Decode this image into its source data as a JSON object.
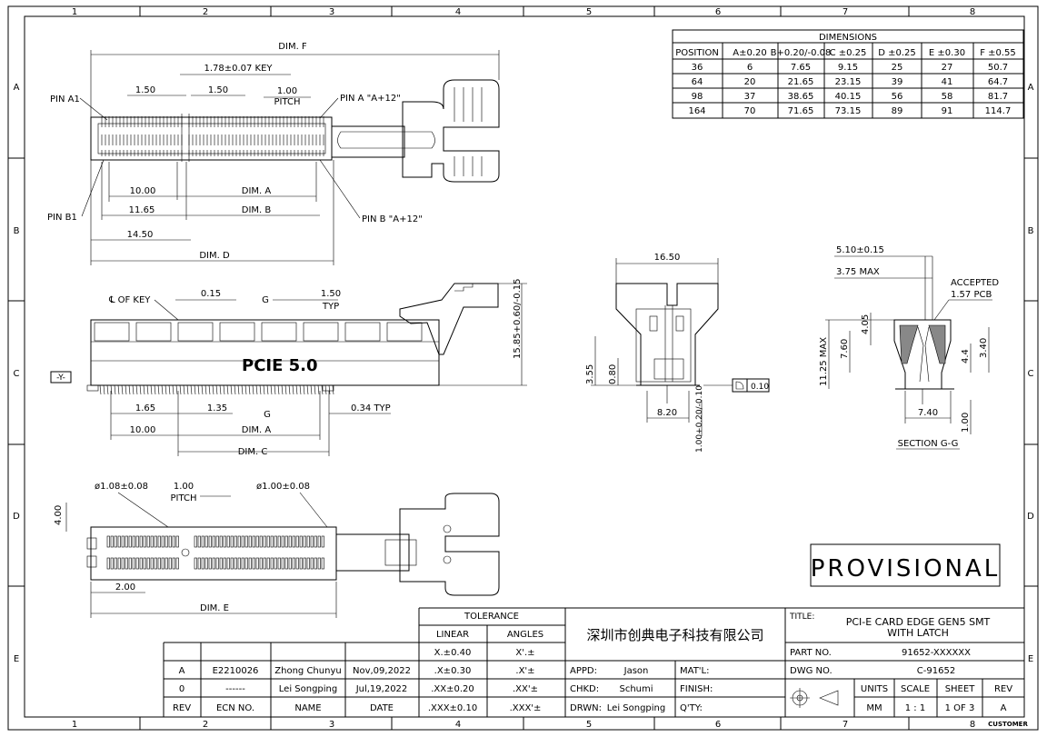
{
  "frame": {
    "columns": [
      "1",
      "2",
      "3",
      "4",
      "5",
      "6",
      "7",
      "8"
    ],
    "rows": [
      "A",
      "B",
      "C",
      "D",
      "E"
    ]
  },
  "dimensions_table": {
    "title": "DIMENSIONS",
    "headers": [
      "POSITION",
      "A±0.20",
      "B+0.20/-0.08",
      "C ±0.25",
      "D ±0.25",
      "E ±0.30",
      "F ±0.55"
    ],
    "rows": [
      [
        "36",
        "6",
        "7.65",
        "9.15",
        "25",
        "27",
        "50.7"
      ],
      [
        "64",
        "20",
        "21.65",
        "23.15",
        "39",
        "41",
        "64.7"
      ],
      [
        "98",
        "37",
        "38.65",
        "40.15",
        "56",
        "58",
        "81.7"
      ],
      [
        "164",
        "70",
        "71.65",
        "73.15",
        "89",
        "91",
        "114.7"
      ]
    ]
  },
  "top_view": {
    "dim_f": "DIM. F",
    "key": "1.78±0.07 KEY",
    "d150a": "1.50",
    "d150b": "1.50",
    "pitch_val": "1.00",
    "pitch": "PITCH",
    "pin_a1": "PIN A1",
    "pin_a": "PIN A \"A+12\"",
    "pin_b1": "PIN B1",
    "pin_b": "PIN B \"A+12\"",
    "d1000": "10.00",
    "dim_a": "DIM. A",
    "d1165": "11.65",
    "dim_b": "DIM. B",
    "d1450": "14.50",
    "dim_d": "DIM. D"
  },
  "side_view": {
    "cl_key": "℄ OF KEY",
    "d015": "0.15",
    "g1": "G",
    "d150": "1.50",
    "typ": "TYP",
    "height": "15.85+0.60/-0.15",
    "label": "PCIE  5.0",
    "y_ref": "-Y-",
    "d165": "1.65",
    "d135": "1.35",
    "g2": "G",
    "d034": "0.34 TYP",
    "d1000": "10.00",
    "dim_a": "DIM. A",
    "dim_c": "DIM. C"
  },
  "bottom_view": {
    "hole1": "ø1.08±0.08",
    "pitch_val": "1.00",
    "pitch": "PITCH",
    "hole2": "ø1.00±0.08",
    "d400": "4.00",
    "d200": "2.00",
    "dim_e": "DIM. E"
  },
  "end_view": {
    "d1650": "16.50",
    "d355": "3.55",
    "d080": "0.80",
    "flat": "0.10",
    "d820": "8.20",
    "d100": "1.00+0.20/-0.10"
  },
  "section_view": {
    "d510": "5.10±0.15",
    "d375": "3.75 MAX",
    "accepted": "ACCEPTED",
    "pcb": "1.57 PCB",
    "d405": "4.05",
    "d760": "7.60",
    "d1125": "11.25 MAX",
    "d44": "4.4",
    "d340": "3.40",
    "d740": "7.40",
    "d100": "1.00",
    "caption": "SECTION G-G"
  },
  "provisional": "PROVISIONAL",
  "tolerance": {
    "title": "TOLERANCE",
    "h_linear": "LINEAR",
    "h_angles": "ANGLES",
    "rows": [
      [
        "X.±0.40",
        "X'.±"
      ],
      [
        ".X±0.30",
        ".X'±"
      ],
      [
        ".XX±0.20",
        ".XX'±"
      ],
      [
        ".XXX±0.10",
        ".XXX'±"
      ]
    ]
  },
  "revisions": {
    "rows": [
      [
        "A",
        "E2210026",
        "Zhong Chunyu",
        "Nov,09,2022"
      ],
      [
        "0",
        "------",
        "Lei Songping",
        "Jul,19,2022"
      ]
    ],
    "headers": [
      "REV",
      "ECN NO.",
      "NAME",
      "DATE"
    ]
  },
  "company": "深圳市创典电子科技有限公司",
  "approvals": {
    "appd_label": "APPD:",
    "appd": "Jason",
    "chkd_label": "CHKD:",
    "chkd": "Schumi",
    "drwn_label": "DRWN:",
    "drwn": "Lei Songping",
    "matl": "MAT'L:",
    "finish": "FINISH:",
    "qty": "Q'TY:"
  },
  "title_block": {
    "title_label": "TITLE:",
    "title_line1": "PCI-E CARD EDGE GEN5 SMT",
    "title_line2": "WITH LATCH",
    "part_label": "PART NO.",
    "part": "91652-XXXXXX",
    "dwg_label": "DWG NO.",
    "dwg": "C-91652",
    "units_label": "UNITS",
    "units": "MM",
    "scale_label": "SCALE",
    "scale": "1 : 1",
    "sheet_label": "SHEET",
    "sheet": "1 OF 3",
    "rev_label": "REV",
    "rev": "A",
    "customer": "CUSTOMER"
  }
}
